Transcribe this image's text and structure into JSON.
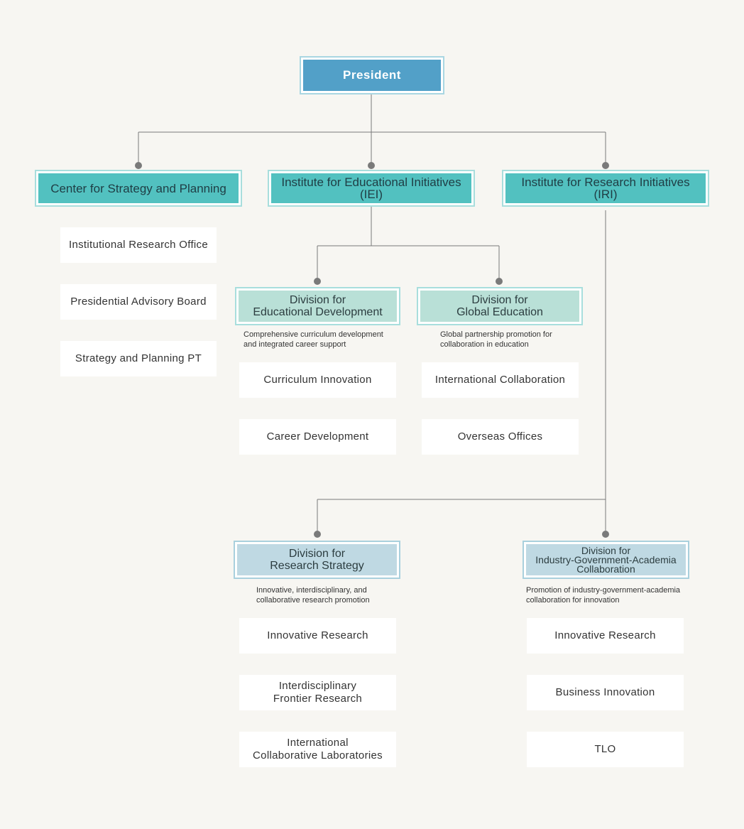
{
  "president": "President",
  "institutes": {
    "csp": "Center for Strategy and Planning",
    "iei": "Institute for Educational Initiatives\n(IEI)",
    "iri": "Institute for Research Initiatives\n(IRI)"
  },
  "csp_units": [
    "Institutional Research Office",
    "Presidential Advisory Board",
    "Strategy and Planning PT"
  ],
  "divisions": {
    "edu_dev": {
      "title": "Division for\nEducational Development",
      "desc": "Comprehensive curriculum development\nand integrated career support",
      "units": [
        "Curriculum Innovation",
        "Career Development"
      ]
    },
    "global_edu": {
      "title": "Division for\nGlobal Education",
      "desc": "Global partnership promotion for\ncollaboration in education",
      "units": [
        "International Collaboration",
        "Overseas Offices"
      ]
    },
    "research_strategy": {
      "title": "Division for\nResearch Strategy",
      "desc": "Innovative, interdisciplinary, and\ncollaborative research promotion",
      "units": [
        "Innovative Research",
        "Interdisciplinary\nFrontier Research",
        "International\nCollaborative Laboratories"
      ]
    },
    "iga": {
      "title": "Division for\nIndustry-Government-Academia\nCollaboration",
      "desc": "Promotion of industry-government-academia\ncollaboration for innovation",
      "units": [
        "Innovative Research",
        "Business Innovation",
        "TLO"
      ]
    }
  },
  "colors": {
    "president": "#52a0c8",
    "institute": "#52c1c0",
    "education_division": "#b9e0d7",
    "research_division": "#bfd9e3",
    "connector": "#7a7a7a"
  }
}
